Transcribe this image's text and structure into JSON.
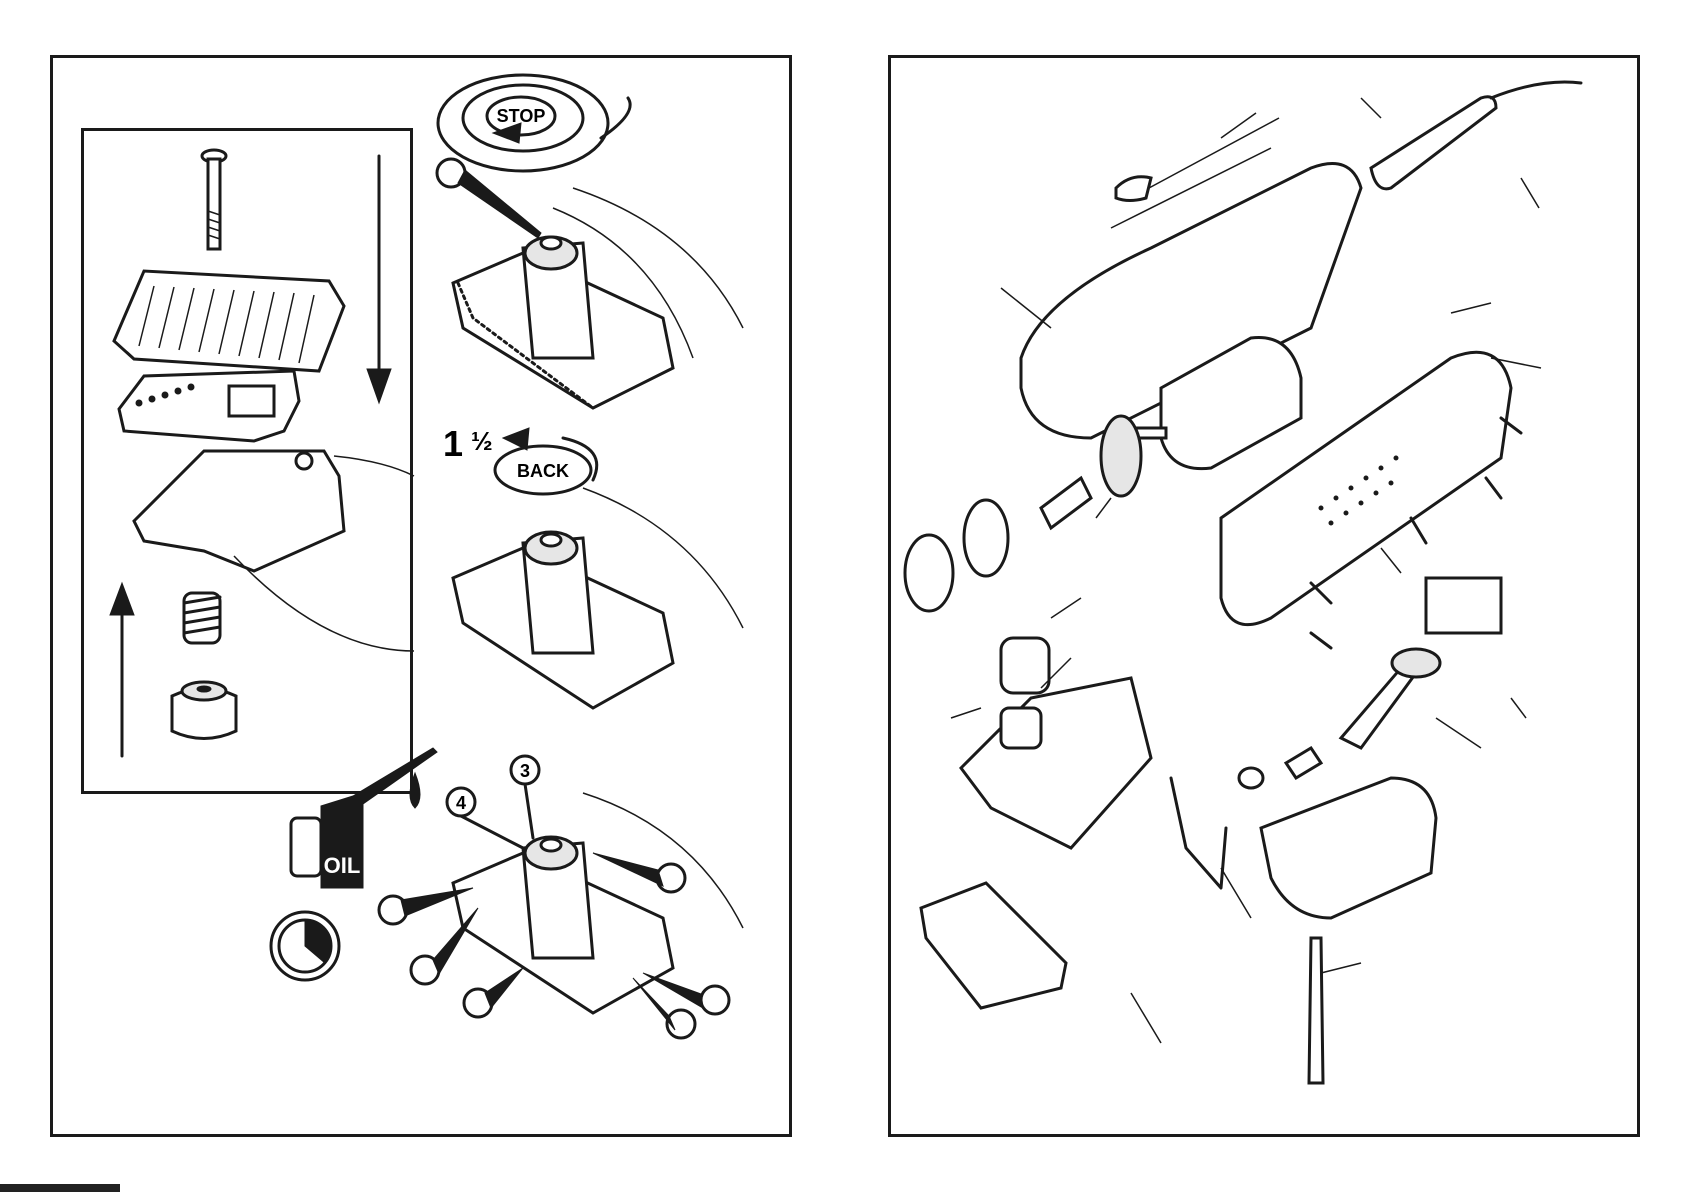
{
  "left_panel": {
    "labels": {
      "stop": "STOP",
      "back": "BACK",
      "turns_whole": "1",
      "turns_fraction": "½",
      "oil": "OIL",
      "step_3": "3",
      "step_4": "4"
    }
  },
  "icons": [
    "stop-rotate-icon",
    "back-rotate-icon",
    "oil-can-icon",
    "oil-drop-icon",
    "clock-icon",
    "arrow-down-icon",
    "arrow-up-icon"
  ]
}
